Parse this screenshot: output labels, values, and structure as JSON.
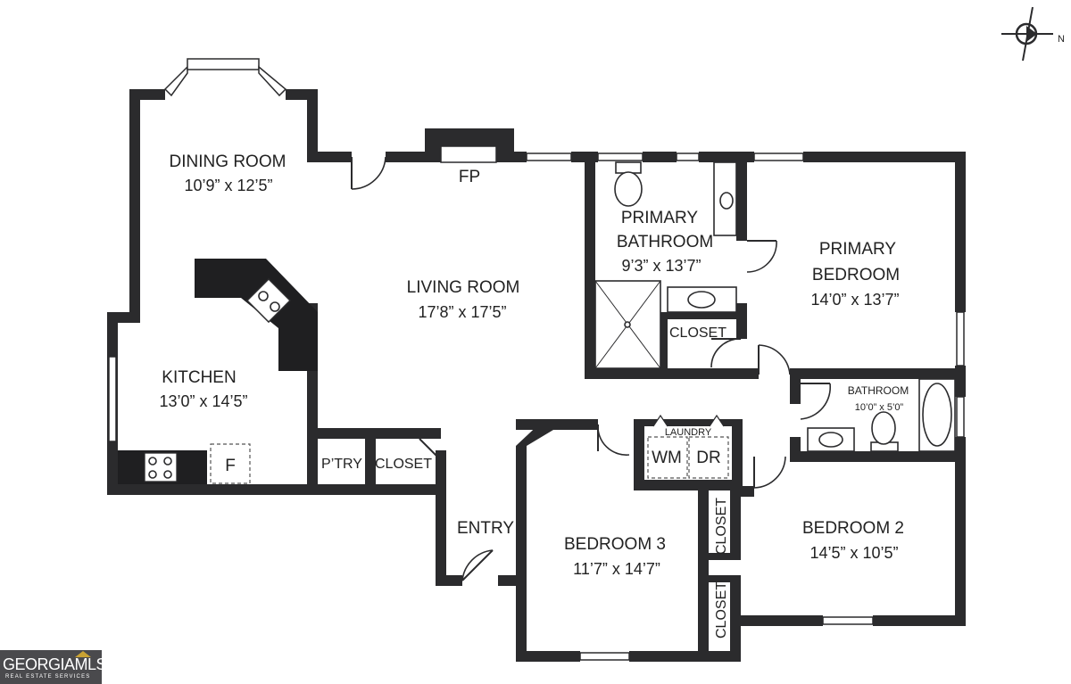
{
  "rooms": {
    "dining": {
      "name": "DINING ROOM",
      "dim": "10’9” x 12’5”"
    },
    "fireplace": {
      "name": "FP"
    },
    "living": {
      "name": "LIVING ROOM",
      "dim": "17’8” x 17’5”"
    },
    "primary_bath": {
      "name1": "PRIMARY",
      "name2": "BATHROOM",
      "dim": "9’3” x 13’7”"
    },
    "primary_bed": {
      "name1": "PRIMARY",
      "name2": "BEDROOM",
      "dim": "14’0” x 13’7”"
    },
    "kitchen": {
      "name": "KITCHEN",
      "dim": "13’0” x 14’5”"
    },
    "fridge": {
      "name": "F"
    },
    "pantry": {
      "name": "P’TRY"
    },
    "closet_entry": {
      "name": "CLOSET"
    },
    "closet_primary": {
      "name": "CLOSET"
    },
    "closet_bed2": {
      "name": "CLOSET"
    },
    "closet_bed3": {
      "name": "CLOSET"
    },
    "bathroom": {
      "name": "BATHROOM",
      "dim": "10’0” x 5’0”"
    },
    "laundry": {
      "name": "LAUNDRY",
      "washer": "WM",
      "dryer": "DR"
    },
    "entry": {
      "name": "ENTRY"
    },
    "bedroom3": {
      "name": "BEDROOM 3",
      "dim": "11’7” x 14’7”"
    },
    "bedroom2": {
      "name": "BEDROOM 2",
      "dim": "14’5” x 10’5”"
    }
  },
  "compass": {
    "label": "N"
  },
  "logo": {
    "brand": "GEORGIAMLS",
    "tagline": "REAL ESTATE SERVICES"
  },
  "colors": {
    "wall": "#2b2b2d",
    "logo_bg": "#4a4a4d",
    "logo_accent": "#c9a233"
  }
}
